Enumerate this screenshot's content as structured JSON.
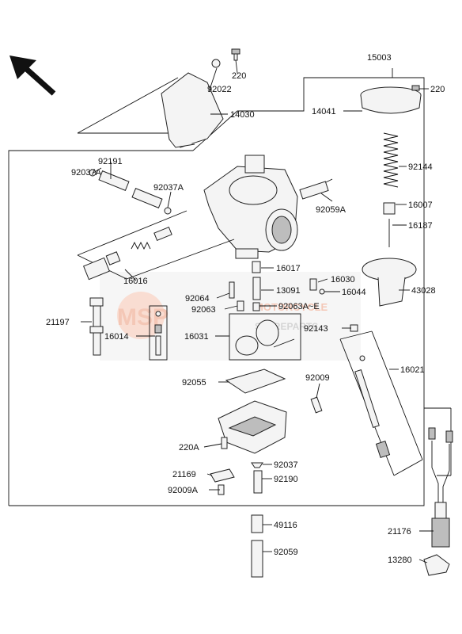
{
  "watermark": {
    "logo_text": "MSP",
    "brand_word": "MOTORCYCLE",
    "sub_word": "SPAREPARTS"
  },
  "parts": {
    "p15003": "15003",
    "p220_top": "220",
    "p92022": "92022",
    "p14030": "14030",
    "p220_right": "220",
    "p14041": "14041",
    "p92191": "92191",
    "p92037A_left": "92037A",
    "p92037A_right": "92037A",
    "p92144": "92144",
    "p92059A": "92059A",
    "p16007": "16007",
    "p16187": "16187",
    "p16016": "16016",
    "p16017": "16017",
    "p13091": "13091",
    "p16030": "16030",
    "p16044": "16044",
    "p43028": "43028",
    "p92064": "92064",
    "p92063": "92063",
    "p92063A_E": "92063A~E",
    "p21197": "21197",
    "p16014": "16014",
    "p16031": "16031",
    "p92143": "92143",
    "p16021": "16021",
    "p92009": "92009",
    "p92055": "92055",
    "p220A": "220A",
    "p92037": "92037",
    "p21169": "21169",
    "p92190": "92190",
    "p92009A": "92009A",
    "p21176": "21176",
    "p49116": "49116",
    "p92059": "92059",
    "p13280": "13280"
  }
}
